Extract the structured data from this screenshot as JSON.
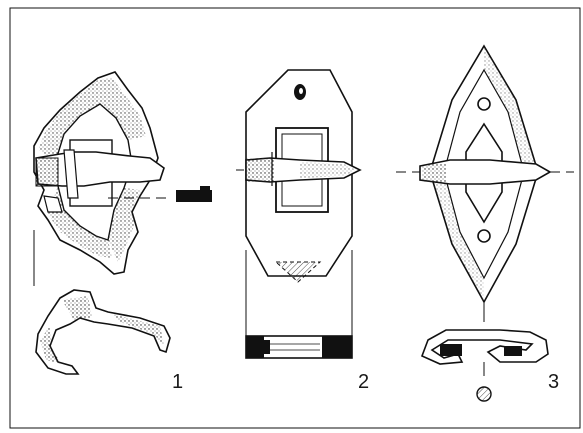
{
  "figures": [
    {
      "number": "1"
    },
    {
      "number": "2"
    },
    {
      "number": "3"
    }
  ]
}
